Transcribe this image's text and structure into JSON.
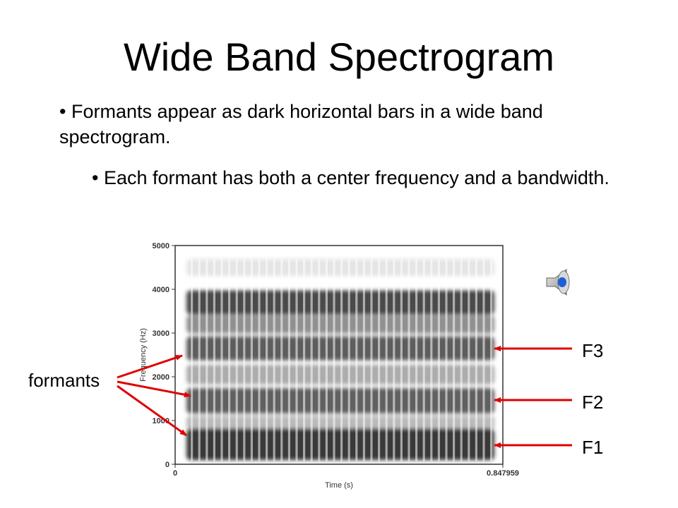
{
  "slide": {
    "title": "Wide Band Spectrogram",
    "bullets": [
      "• Formants appear as dark horizontal bars in a wide band spectrogram.",
      "• Each formant has both a center frequency and a bandwidth."
    ]
  },
  "spectrogram": {
    "y_ticks": [
      "5000",
      "4000",
      "3000",
      "2000",
      "1000",
      "0"
    ],
    "y_label": "Frequency (Hz)",
    "x_ticks": [
      "0",
      "0.847959"
    ],
    "x_label": "Time (s)",
    "ylim": [
      0,
      5000
    ],
    "xlim": [
      0,
      0.847959
    ]
  },
  "annotations": {
    "group_label": "formants",
    "formants": [
      {
        "label": "F3",
        "approx_hz": 2650
      },
      {
        "label": "F2",
        "approx_hz": 1450
      },
      {
        "label": "F1",
        "approx_hz": 450
      }
    ]
  },
  "colors": {
    "arrow": "#e00000",
    "speaker_cone": "#b0b0b0",
    "speaker_dot": "#1f5fd6"
  },
  "icons": {
    "speaker": "speaker-icon"
  }
}
